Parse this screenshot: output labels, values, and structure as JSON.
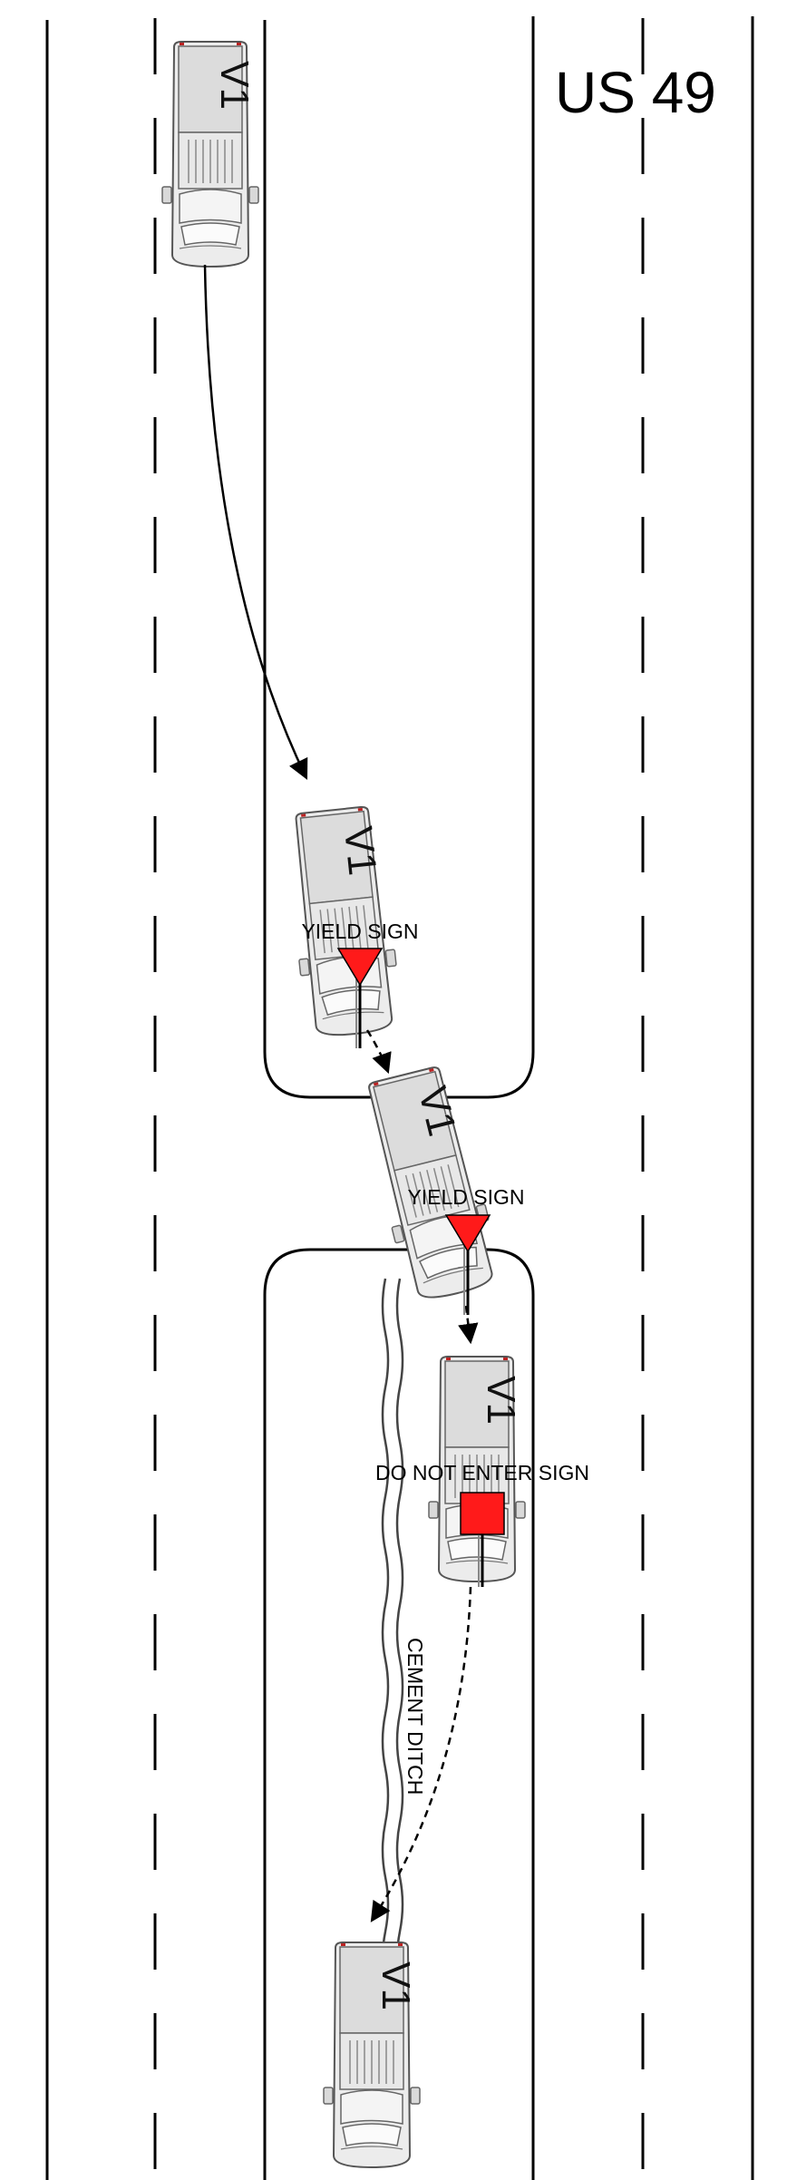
{
  "diagram": {
    "route_label": "US 49",
    "vehicle_label": "V1",
    "signs": {
      "yield_1": "YIELD SIGN",
      "yield_2": "YIELD SIGN",
      "do_not_enter": "DO NOT ENTER SIGN"
    },
    "ditch_label": "CEMENT DITCH",
    "colors": {
      "sign_red": "#ff1a1a",
      "line": "#000000",
      "truck_fill": "#e6e6e6",
      "truck_stroke": "#555555"
    }
  }
}
